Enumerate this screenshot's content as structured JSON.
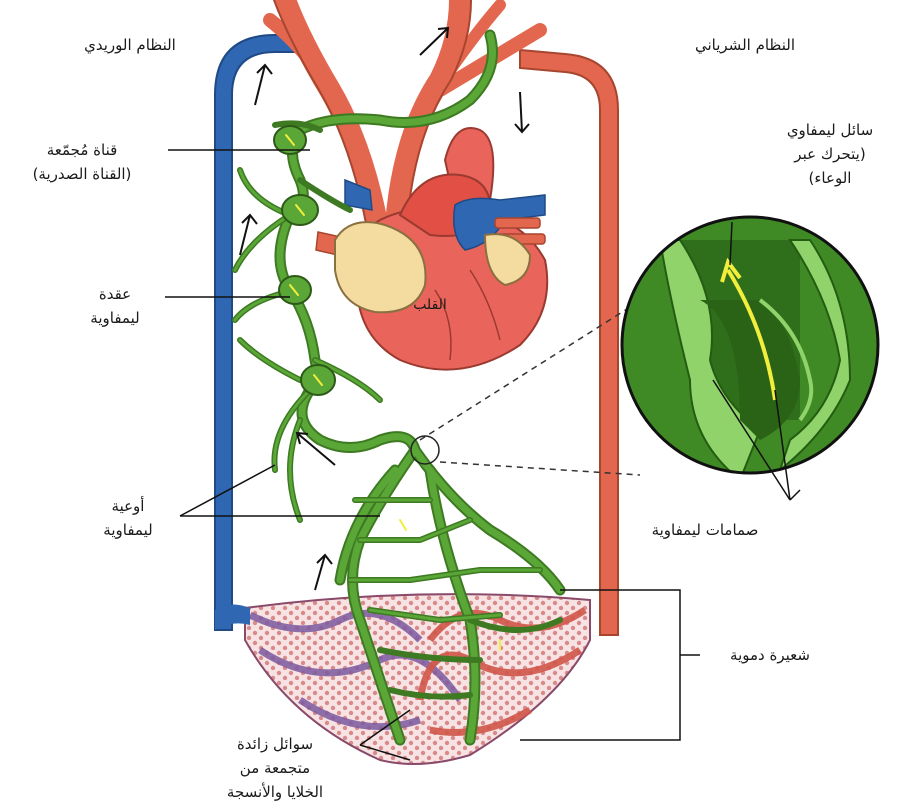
{
  "labels": {
    "venous": "النظام الوريدي",
    "arterial": "النظام الشرياني",
    "collecting_duct": [
      "قناة مُجمّعة",
      "(القناة الصدرية)"
    ],
    "lymph_node": [
      "عقدة",
      "ليمفاوية"
    ],
    "lymph_vessels": [
      "أوعية",
      "ليمفاوية"
    ],
    "heart": "القلب",
    "lymph_fluid": [
      "سائل ليمفاوي",
      "(يتحرك عبر",
      "الوعاء)"
    ],
    "lymph_valves": "صمامات ليمفاوية",
    "capillary": "شعيرة دموية",
    "excess_fluid": [
      "سوائل زائدة",
      "متجمعة من",
      "الخلايا والأنسجة"
    ]
  },
  "colors": {
    "vein": "#2f67b2",
    "artery": "#e2674e",
    "lymph": "#5aa637",
    "lymph_dark": "#3d7a22",
    "lymph_highlight": "#f2ee3c",
    "heart": "#e9645a",
    "heart_fat": "#f4dca0",
    "capillary_bed": "#c96a78",
    "cell": "#f2c9c9"
  },
  "icons": [
    "flow-arrow-icon",
    "magnifier-circle-icon",
    "valve-zoom-icon"
  ]
}
